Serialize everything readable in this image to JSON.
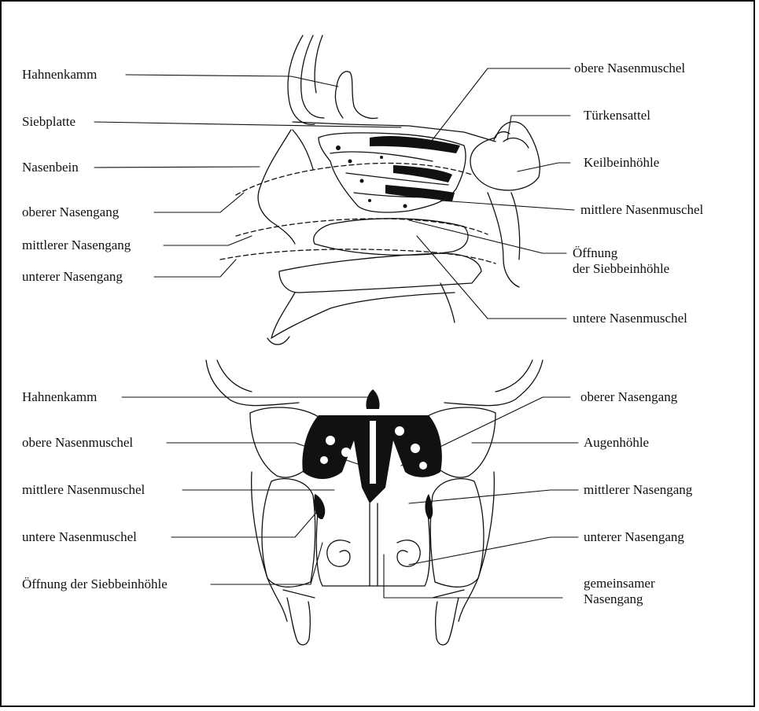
{
  "top_left_labels": [
    "Hahnenkamm",
    "Siebplatte",
    "Nasenbein",
    "oberer Nasengang",
    "mittlerer Nasengang",
    "unterer Nasengang"
  ],
  "top_right_labels": [
    "obere Nasenmuschel",
    "Türkensattel",
    "Keilbeinhöhle",
    "mittlere Nasenmuschel",
    "Öffnung",
    "der Siebbeinhöhle",
    "untere Nasenmuschel"
  ],
  "bottom_left_labels": [
    "Hahnenkamm",
    "obere Nasenmuschel",
    "mittlere Nasenmuschel",
    "untere Nasenmuschel",
    "Öffnung der Siebbeinhöhle"
  ],
  "bottom_right_labels": [
    "oberer Nasengang",
    "Augenhöhle",
    "mittlerer Nasengang",
    "unterer Nasengang",
    "gemeinsamer",
    "Nasengang"
  ],
  "colors": {
    "ink": "#111111",
    "background": "#ffffff"
  }
}
